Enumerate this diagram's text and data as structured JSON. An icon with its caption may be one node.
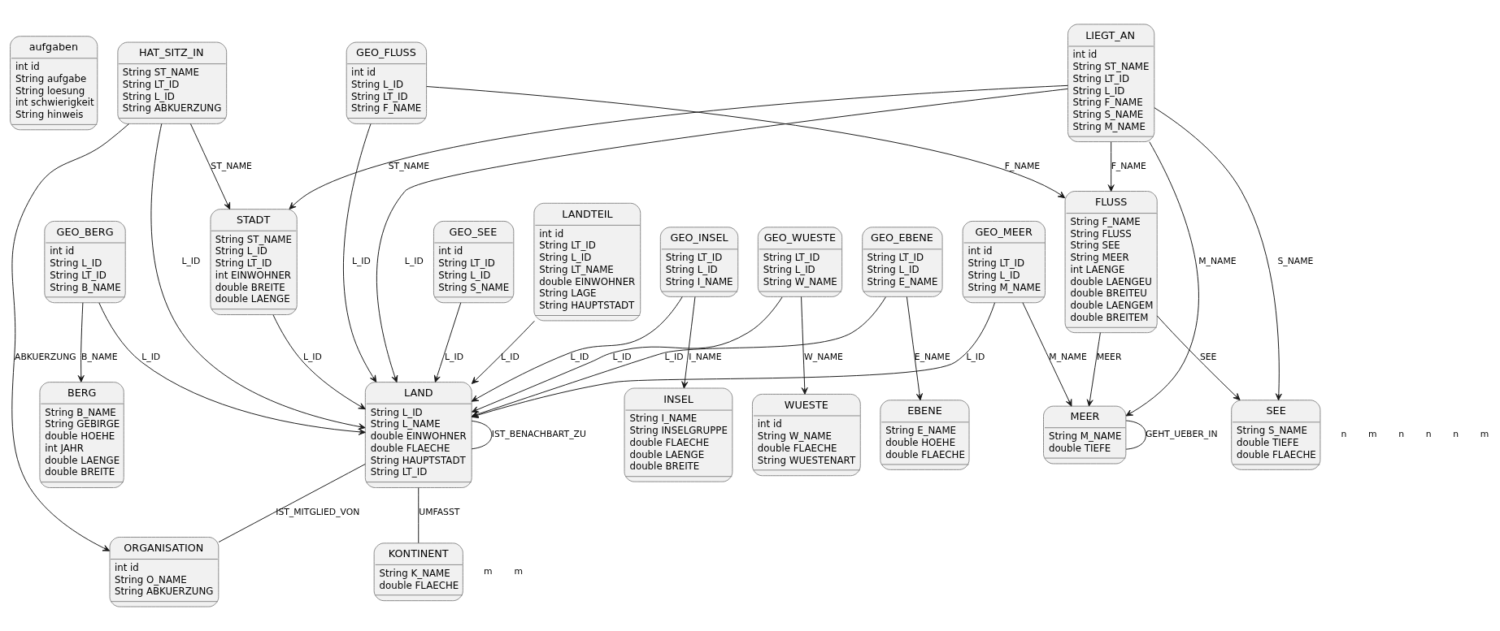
{
  "diagram": {
    "nodes": [
      {
        "text": [
          "aufgaben",
          "int id",
          "String aufgabe",
          "String loesung",
          "int schwierigkeit",
          "String hinweis"
        ]
      },
      {
        "text": [
          "HAT_SITZ_IN",
          "String ST_NAME",
          "String LT_ID",
          "String L_ID",
          "String ABKUERZUNG"
        ]
      },
      {
        "text": [
          "LIEGT_AN",
          "int id",
          "String ST_NAME",
          "String LT_ID",
          "String L_ID",
          "String F_NAME",
          "String S_NAME",
          "String M_NAME"
        ]
      },
      {
        "text": [
          "GEO_FLUSS",
          "int id",
          "String L_ID",
          "String LT_ID",
          "String F_NAME"
        ]
      },
      {
        "text": [
          "GEO_BERG",
          "int id",
          "String L_ID",
          "String LT_ID",
          "String B_NAME"
        ]
      },
      {
        "text": [
          "GEO_SEE",
          "int id",
          "String LT_ID",
          "String L_ID",
          "String S_NAME"
        ]
      },
      {
        "text": [
          "STADT",
          "String ST_NAME",
          "String L_ID",
          "String LT_ID",
          "int EINWOHNER",
          "double BREITE",
          "double LAENGE"
        ]
      },
      {
        "text": [
          "LANDTEIL",
          "int id",
          "String LT_ID",
          "String L_ID",
          "String LT_NAME",
          "double EINWOHNER",
          "String LAGE",
          "String HAUPTSTADT"
        ]
      },
      {
        "text": [
          "GEO_EBENE",
          "String LT_ID",
          "String L_ID",
          "String E_NAME"
        ]
      },
      {
        "text": [
          "GEO_INSEL",
          "String LT_ID",
          "String L_ID",
          "String I_NAME"
        ]
      },
      {
        "text": [
          "GEO_WUESTE",
          "String LT_ID",
          "String L_ID",
          "String W_NAME"
        ]
      },
      {
        "text": [
          "GEO_MEER",
          "int id",
          "String LT_ID",
          "String L_ID",
          "String M_NAME"
        ]
      },
      {
        "text": [
          "FLUSS",
          "String F_NAME",
          "String FLUSS",
          "String SEE",
          "String MEER",
          "int LAENGE",
          "double LAENGEU",
          "double BREITEU",
          "double LAENGEM",
          "double BREITEM"
        ]
      },
      {
        "text": [
          "BERG",
          "String B_NAME",
          "String GEBIRGE",
          "double HOEHE",
          "int JAHR",
          "double LAENGE",
          "double BREITE"
        ]
      },
      {
        "text": [
          "LAND",
          "String L_ID",
          "String L_NAME",
          "double EINWOHNER",
          "double FLAECHE",
          "String HAUPTSTADT",
          "String LT_ID"
        ]
      },
      {
        "text": [
          "EBENE",
          "String E_NAME",
          "double HOEHE",
          "double FLAECHE"
        ]
      },
      {
        "text": [
          "INSEL",
          "String I_NAME",
          "String INSELGRUPPE",
          "double FLAECHE",
          "double LAENGE",
          "double BREITE"
        ]
      },
      {
        "text": [
          "WUESTE",
          "int id",
          "String W_NAME",
          "double FLAECHE",
          "String WUESTENART"
        ]
      },
      {
        "text": [
          "MEER",
          "String M_NAME",
          "double TIEFE"
        ]
      },
      {
        "text": [
          "SEE",
          "String S_NAME",
          "double TIEFE",
          "double FLAECHE"
        ]
      },
      {
        "text": [
          "ORGANISATION",
          "int id",
          "String O_NAME",
          "String ABKUERZUNG"
        ]
      },
      {
        "text": [
          "KONTINENT",
          "String K_NAME",
          "double FLAECHE"
        ]
      }
    ],
    "edges": [
      {
        "from": 1,
        "to": 14,
        "arrow": "to",
        "label": "L_ID"
      },
      {
        "from": 1,
        "to": 6,
        "arrow": "to",
        "label": "ST_NAME"
      },
      {
        "from": 1,
        "to": 20,
        "arrow": "to",
        "label": "ABKUERZUNG"
      },
      {
        "from": 2,
        "to": 6,
        "arrow": "to",
        "label": "ST_NAME"
      },
      {
        "from": 4,
        "to": 13,
        "arrow": "to",
        "label": "B_NAME"
      },
      {
        "from": 4,
        "to": 14,
        "arrow": "to",
        "label": "L_ID"
      },
      {
        "from": 5,
        "to": 14,
        "arrow": "to",
        "label": "L_ID"
      },
      {
        "from": 14,
        "to": 14,
        "arrow": "none",
        "label": "IST_BENACHBART_ZU"
      },
      {
        "from": 6,
        "to": 14,
        "arrow": "to",
        "label": "L_ID"
      },
      {
        "from": 7,
        "to": 14,
        "arrow": "to",
        "label": "L_ID"
      },
      {
        "from": 8,
        "to": 14,
        "arrow": "to",
        "label": "L_ID"
      },
      {
        "from": 8,
        "to": 15,
        "arrow": "to",
        "label": "E_NAME"
      },
      {
        "from": 9,
        "to": 14,
        "arrow": "to",
        "label": "L_ID"
      },
      {
        "from": 9,
        "to": 16,
        "arrow": "to",
        "label": "I_NAME"
      },
      {
        "from": 10,
        "to": 14,
        "arrow": "to",
        "label": "L_ID"
      },
      {
        "from": 10,
        "to": 17,
        "arrow": "to",
        "label": "W_NAME"
      },
      {
        "from": 11,
        "to": 14,
        "arrow": "to",
        "label": "L_ID"
      },
      {
        "from": 11,
        "to": 18,
        "arrow": "to",
        "label": "M_NAME"
      },
      {
        "from": 2,
        "to": 14,
        "arrow": "to",
        "label": "L_ID"
      },
      {
        "from": 2,
        "to": 12,
        "arrow": "to",
        "label": "F_NAME"
      },
      {
        "from": 2,
        "to": 19,
        "arrow": "to",
        "label": "S_NAME"
      },
      {
        "from": 2,
        "to": 18,
        "arrow": "to",
        "label": "M_NAME"
      },
      {
        "from": 3,
        "to": 14,
        "arrow": "to",
        "label": "L_ID"
      },
      {
        "from": 3,
        "to": 12,
        "arrow": "to",
        "label": "F_NAME"
      },
      {
        "from": 12,
        "to": 18,
        "arrow": "to",
        "label": "MEER"
      },
      {
        "from": 12,
        "to": 19,
        "arrow": "to",
        "label": "SEE"
      },
      {
        "from": 18,
        "to": 18,
        "arrow": "none",
        "label": "GEHT_UEBER_IN"
      },
      {
        "from": 14,
        "to": 21,
        "arrow": "none",
        "label": "UMFASST"
      },
      {
        "from": 14,
        "to": 20,
        "arrow": "none",
        "label": "IST_MITGLIED_VON"
      }
    ],
    "labels": [
      "n",
      "m",
      "n",
      "m",
      "n",
      "m",
      "n",
      "m"
    ]
  }
}
